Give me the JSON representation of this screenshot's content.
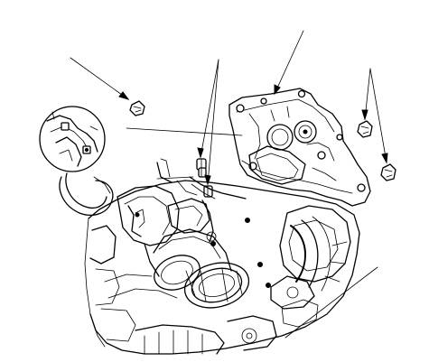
{
  "figure": {
    "background": "#ffffff",
    "line_color": "#000000",
    "leaders": [
      {
        "name": "leader-upper-left-fastener"
      },
      {
        "name": "leader-center-left-pair-a"
      },
      {
        "name": "leader-center-left-pair-b"
      },
      {
        "name": "leader-bracket"
      },
      {
        "name": "leader-right-pair-a"
      },
      {
        "name": "leader-right-pair-b"
      },
      {
        "name": "leader-lower-right"
      }
    ],
    "icons": [
      "mounting-bracket-icon",
      "bolt-icon",
      "clip-icon",
      "hose-icon",
      "pipe-icon",
      "detail-inset-icon"
    ]
  }
}
